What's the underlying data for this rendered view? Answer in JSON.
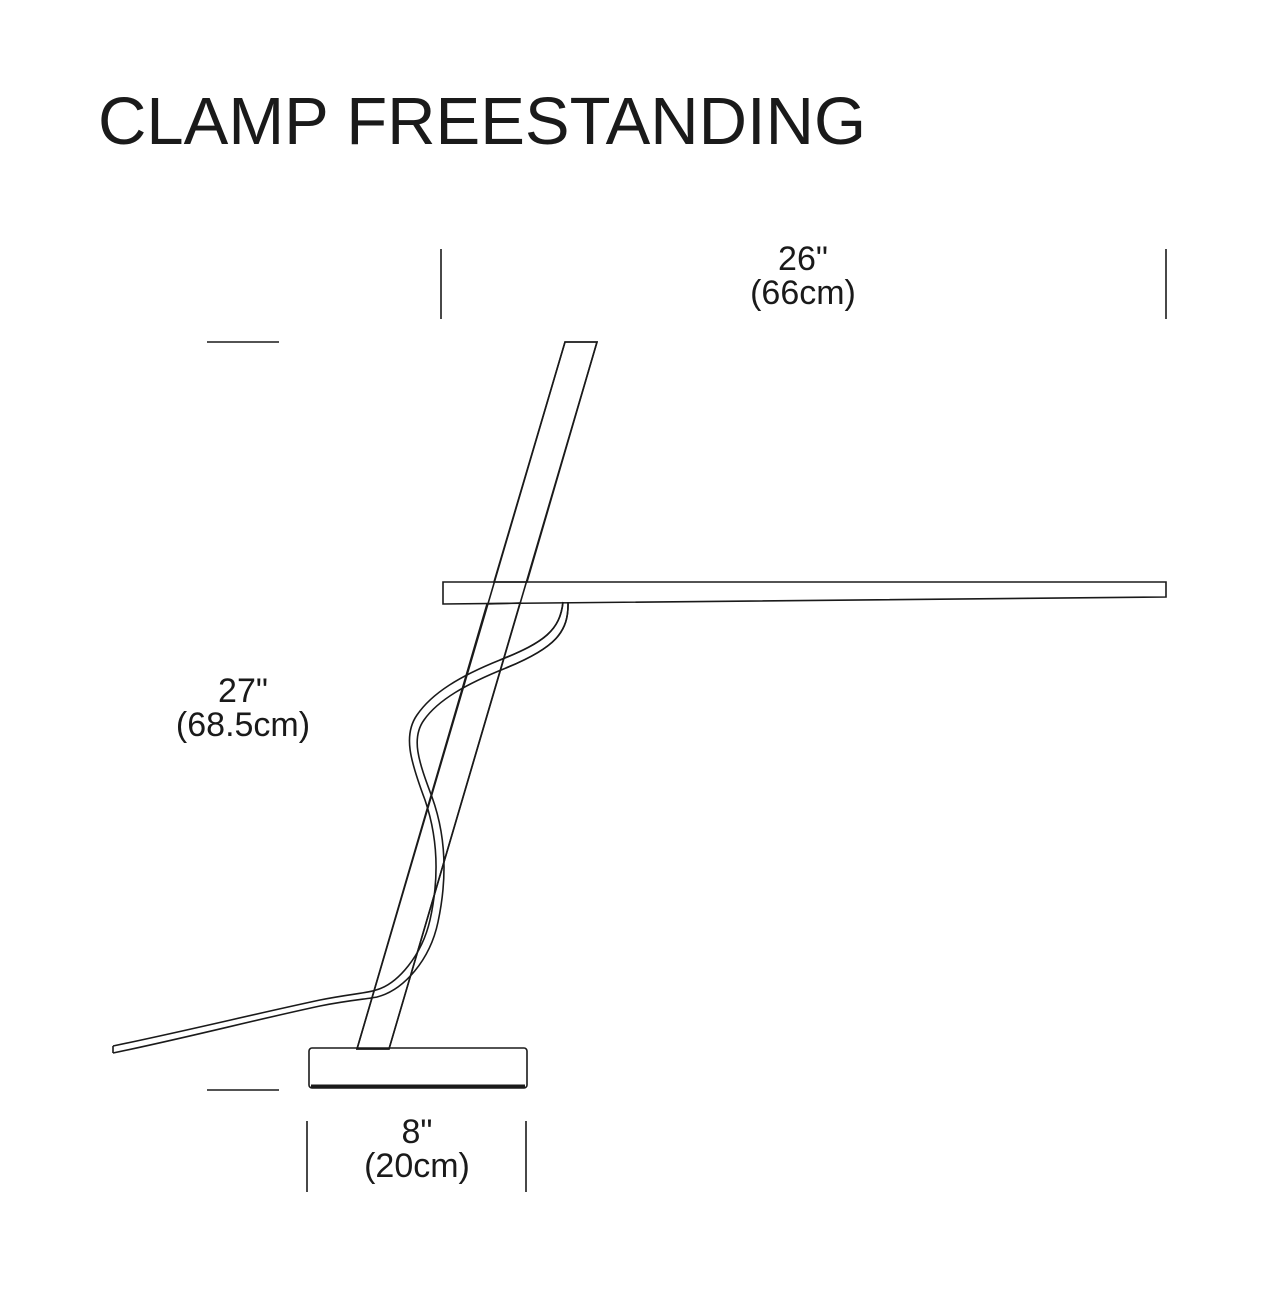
{
  "title": "CLAMP FREESTANDING",
  "dimensions": {
    "width": {
      "imperial": "26\"",
      "metric": "(66cm)"
    },
    "height": {
      "imperial": "27\"",
      "metric": "(68.5cm)"
    },
    "base": {
      "imperial": "8\"",
      "metric": "(20cm)"
    }
  },
  "colors": {
    "line": "#1a1a1a",
    "background": "#ffffff"
  }
}
